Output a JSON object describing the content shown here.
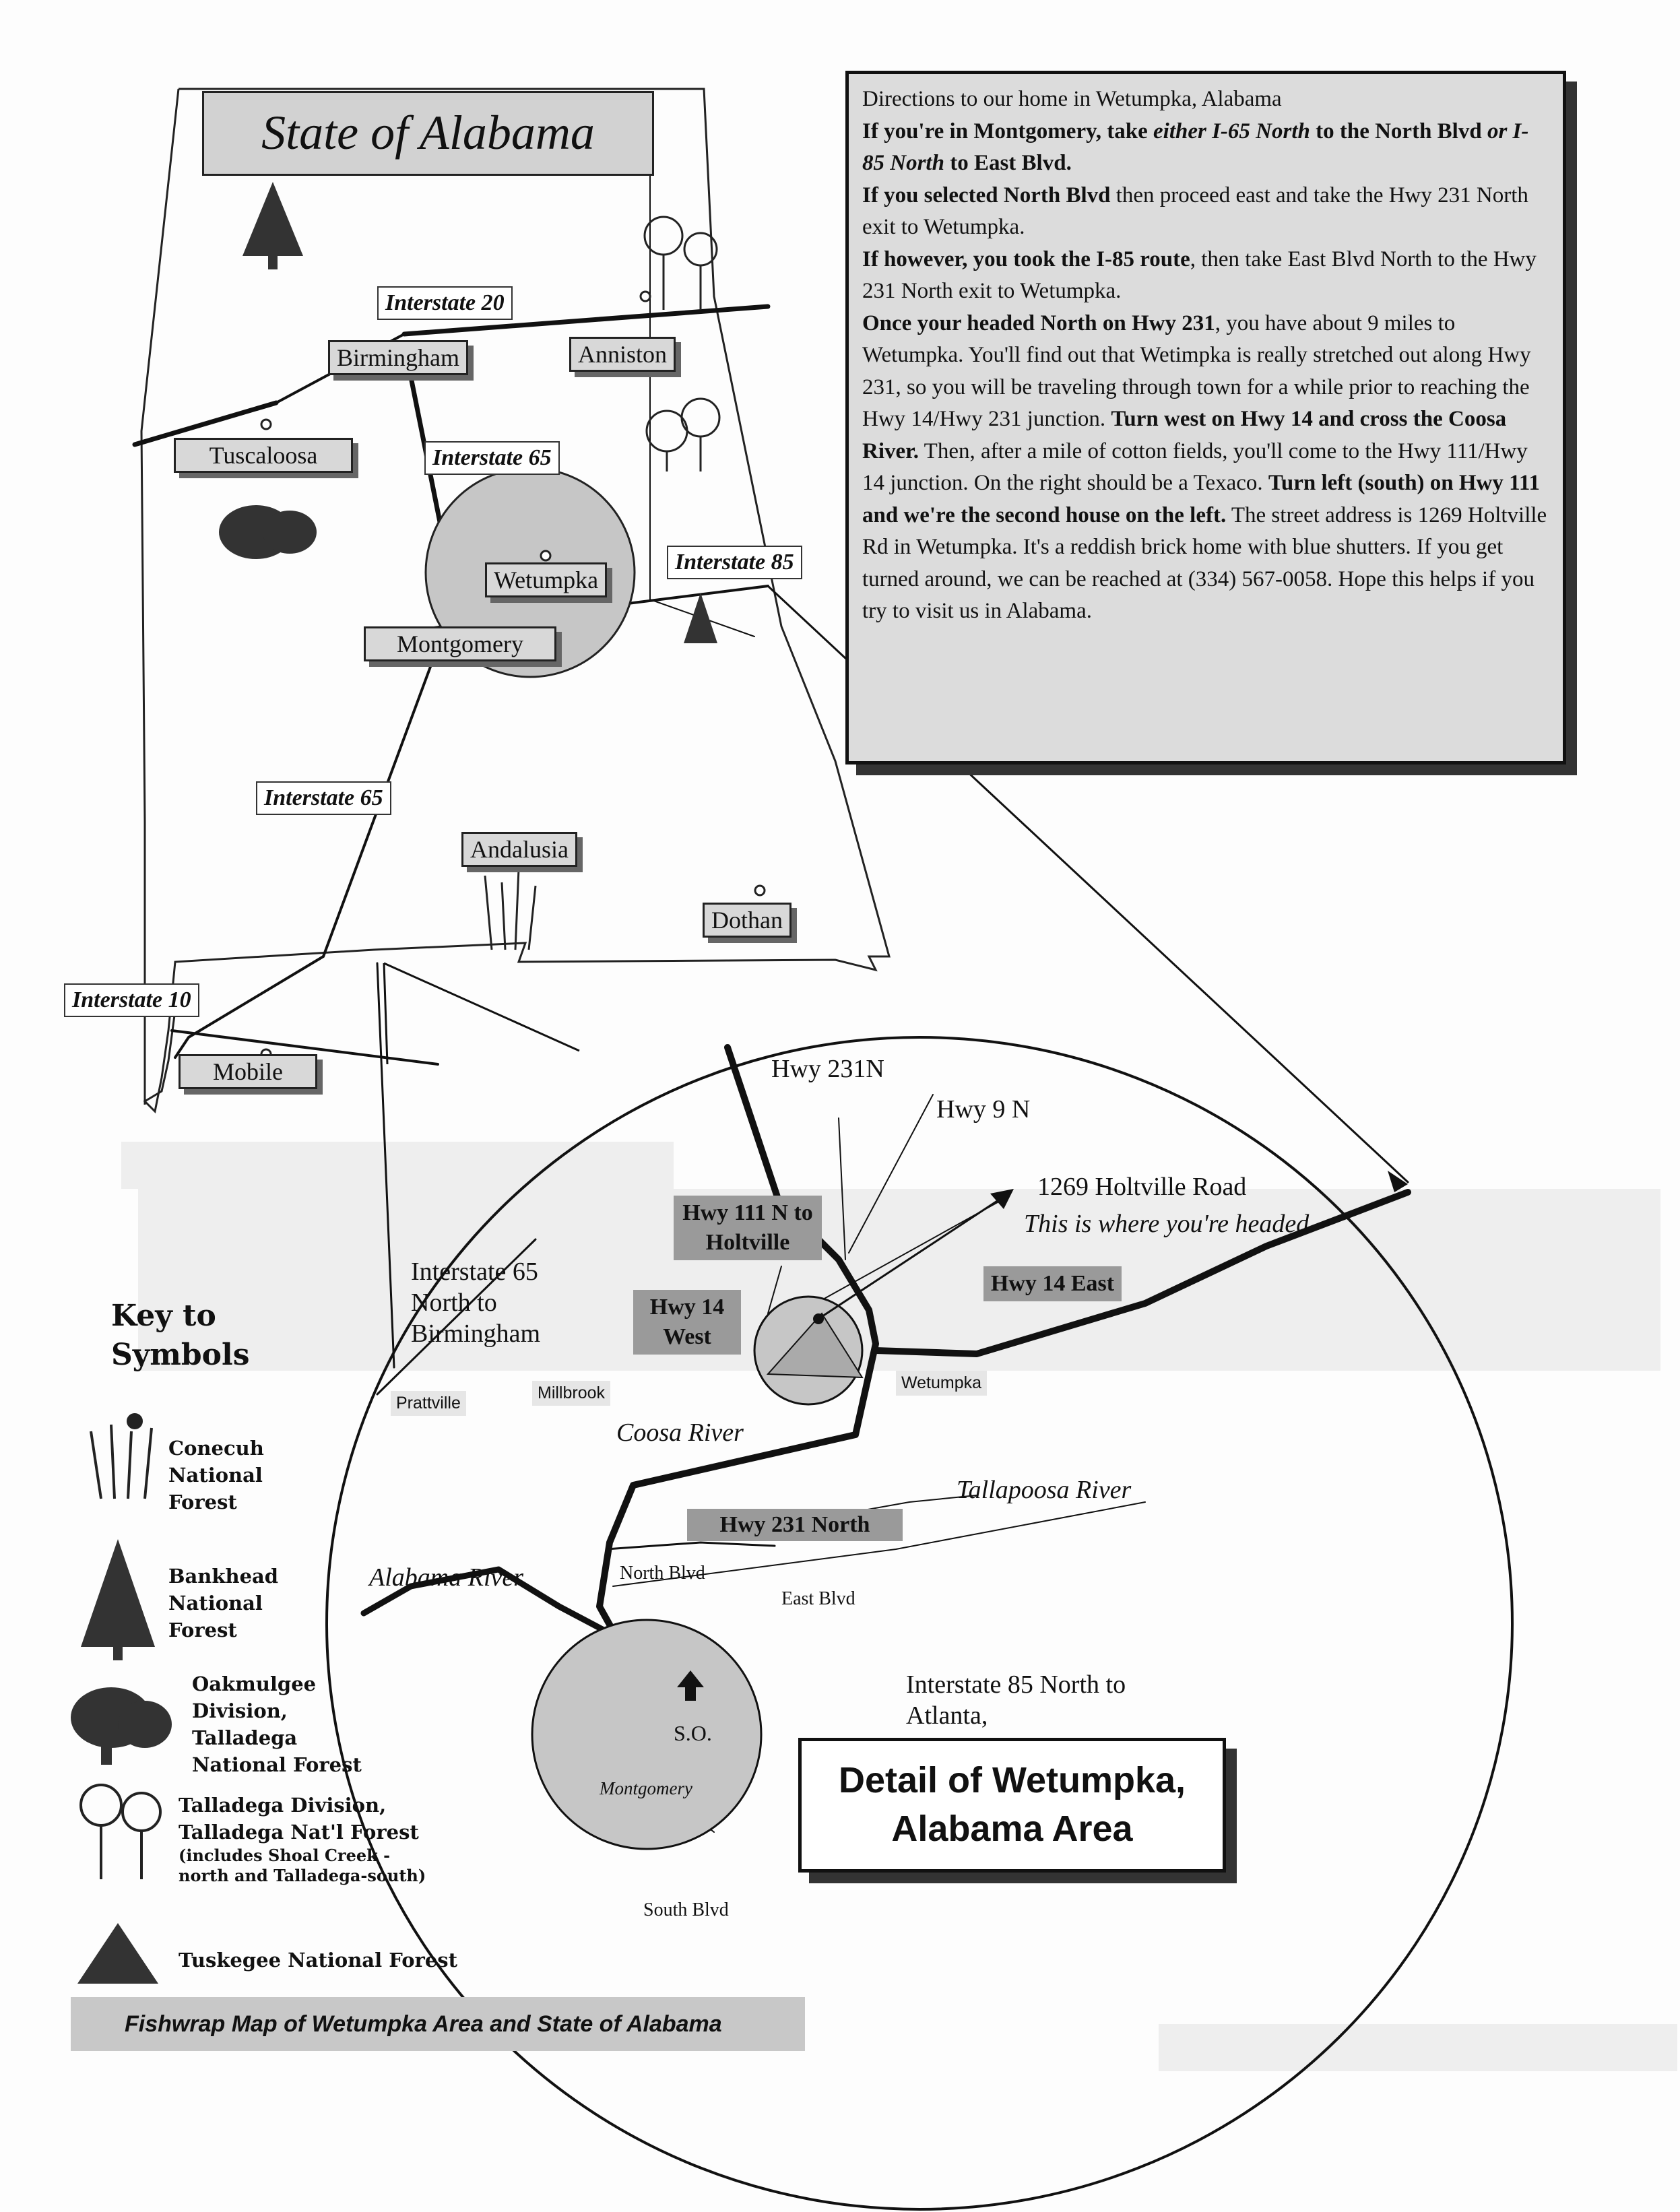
{
  "state_map": {
    "title": "State of Alabama",
    "highways": {
      "i20": "Interstate 20",
      "i65_north": "Interstate 65",
      "i85": "Interstate 85",
      "i65_south": "Interstate 65",
      "i10": "Interstate 10"
    },
    "cities": {
      "birmingham": "Birmingham",
      "anniston": "Anniston",
      "tuscaloosa": "Tuscaloosa",
      "wetumpka": "Wetumpka",
      "montgomery": "Montgomery",
      "andalusia": "Andalusia",
      "dothan": "Dothan",
      "mobile": "Mobile"
    }
  },
  "directions": {
    "line1": "Directions to our home in Wetumpka, Alabama",
    "p1_a": "If you're in Montgomery, take ",
    "p1_b": "either I-65 North",
    "p1_c": " to the North Blvd ",
    "p1_d": "or I-85 North",
    "p1_e": " to East Blvd.",
    "p2_bold": "If you selected North Blvd",
    "p2_rest": " then proceed east and take the Hwy 231 North exit to Wetumpka.",
    "p3_bold": "If however, you took the I-85 route",
    "p3_rest": ", then take East Blvd North to the Hwy 231 North exit to Wetumpka.",
    "p4_bold": "Once your headed North on Hwy 231",
    "p4_rest": ", you have about 9 miles to Wetumpka.  You'll find out that Wetimpka is really stretched out along Hwy 231, so you will be traveling through town for a while prior to reaching the Hwy 14/Hwy 231 junction.  ",
    "p4_bold2": "Turn west on Hwy 14 and cross the Coosa River.",
    "p4_rest2": "  Then, after a mile of cotton fields, you'll come to the Hwy 111/Hwy 14 junction.  On the right should be a Texaco.  ",
    "p4_bold3": "Turn left (south) on Hwy 111 and we're the second house on the left.",
    "p4_rest3": "  The street address is 1269 Holtville Rd in Wetumpka.  It's a reddish brick home with blue shutters.  If you get turned around, we can be reached at (334) 567-0058.  Hope this helps if you try to visit us in Alabama."
  },
  "detail_map": {
    "hwy231n": "Hwy 231N",
    "hwy9n": "Hwy 9 N",
    "address": "1269 Holtville Road",
    "address_note": "This is where you're headed",
    "hwy111": "Hwy 111 N to Holtville",
    "hwy14east": "Hwy 14 East",
    "hwy14west": "Hwy 14 West",
    "i65": "Interstate 65 North to Birmingham",
    "prattville": "Prattville",
    "millbrook": "Millbrook",
    "wetumpka": "Wetumpka",
    "coosa": "Coosa River",
    "tallapoosa": "Tallapoosa River",
    "alabama_river": "Alabama River",
    "hwy231north": "Hwy 231 North",
    "north_blvd": "North Blvd",
    "east_blvd": "East Blvd",
    "i85": "Interstate 85 North to Atlanta,",
    "so": "S.O.",
    "montgomery": "Montgomery",
    "south_blvd": "South Blvd",
    "title_line1": "Detail of Wetumpka,",
    "title_line2": "Alabama Area"
  },
  "key": {
    "heading": "Key to Symbols",
    "conecuh": "Conecuh National Forest",
    "bankhead": "Bankhead National Forest",
    "oakmulgee": "Oakmulgee Division, Talladega National Forest",
    "talladega": "Talladega Division, Talladega Nat'l Forest",
    "talladega_note": "(includes Shoal Creek -north and Talladega-south)",
    "tuskegee": "Tuskegee National Forest"
  },
  "caption": "Fishwrap Map of Wetumpka Area and State of Alabama",
  "colors": {
    "ink": "#111111",
    "box_gray": "#d8d8d8",
    "shade_gray": "#9a9a9a",
    "circle_fill": "#c8c8c8"
  }
}
